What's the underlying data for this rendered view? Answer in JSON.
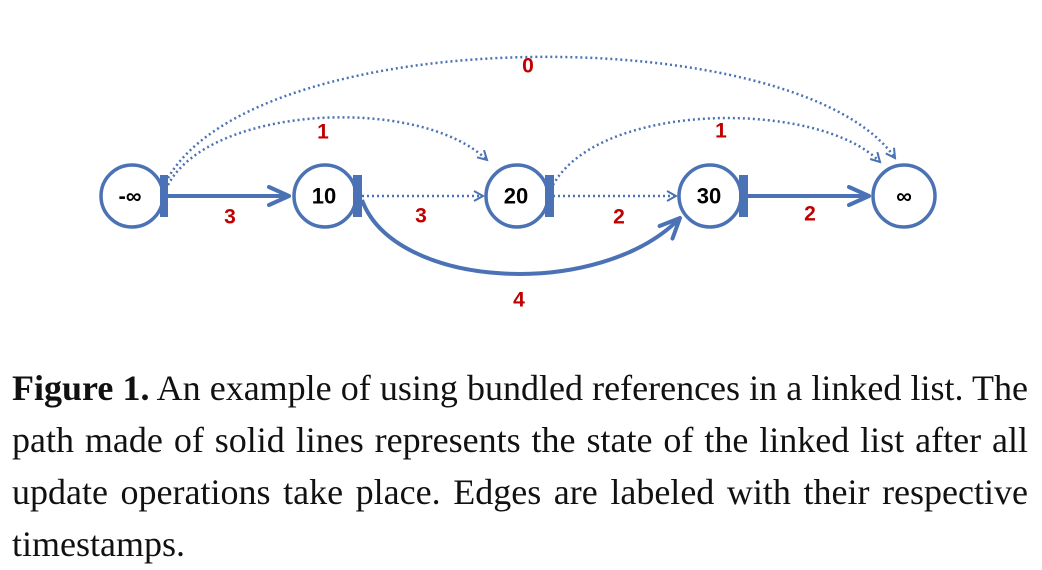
{
  "diagram": {
    "nodes": [
      {
        "id": "neg-inf",
        "label": "-∞"
      },
      {
        "id": "n10",
        "label": "10"
      },
      {
        "id": "n20",
        "label": "20"
      },
      {
        "id": "n30",
        "label": "30"
      },
      {
        "id": "inf",
        "label": "∞"
      }
    ],
    "edges": [
      {
        "from": "neg-inf",
        "to": "n10",
        "style": "solid",
        "label": "3"
      },
      {
        "from": "n10",
        "to": "n20",
        "style": "dotted",
        "label": "3"
      },
      {
        "from": "n20",
        "to": "n30",
        "style": "dotted",
        "label": "2"
      },
      {
        "from": "n30",
        "to": "inf",
        "style": "solid",
        "label": "2"
      },
      {
        "from": "n10",
        "to": "n30",
        "style": "solid",
        "label": "4"
      },
      {
        "from": "neg-inf",
        "to": "n20",
        "style": "dotted",
        "label": "1"
      },
      {
        "from": "n20",
        "to": "inf",
        "style": "dotted",
        "label": "1"
      },
      {
        "from": "neg-inf",
        "to": "inf",
        "style": "dotted",
        "label": "0"
      }
    ],
    "colors": {
      "edge": "#4a72b4",
      "label": "#c00000"
    }
  },
  "caption": {
    "label": "Figure 1.",
    "text": " An example of using bundled references in a linked list. The path made of solid lines represents the state of the linked list after all update operations take place. Edges are labeled with their respective timestamps."
  }
}
